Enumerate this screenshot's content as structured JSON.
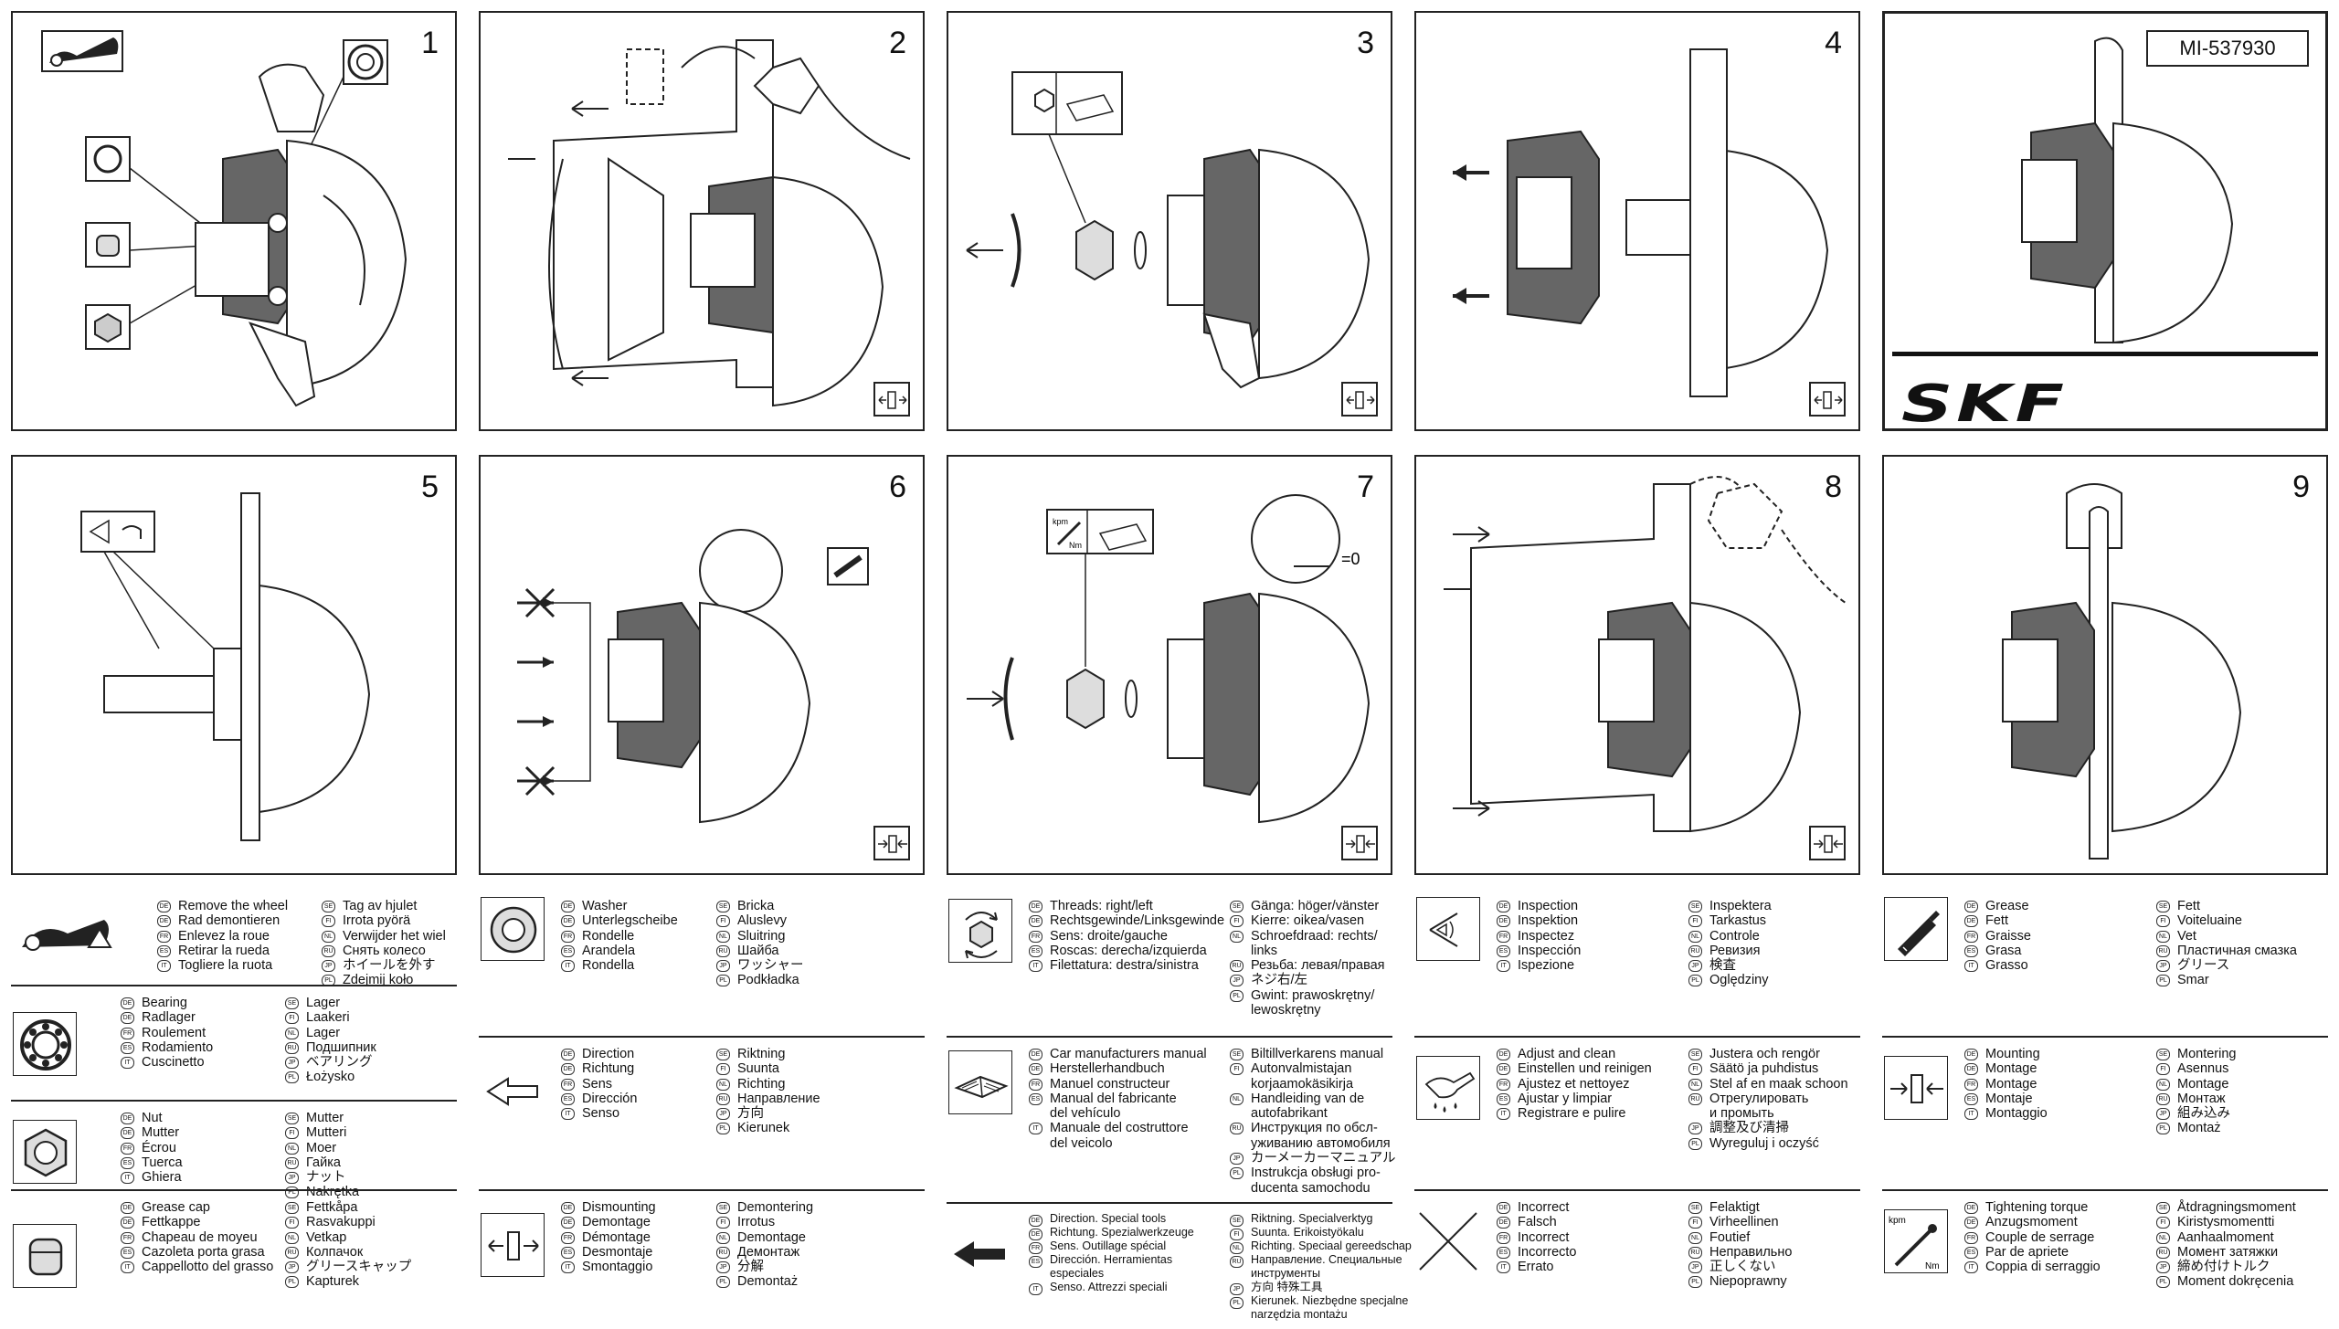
{
  "panels": [
    {
      "number": "1"
    },
    {
      "number": "2"
    },
    {
      "number": "3"
    },
    {
      "number": "4"
    },
    {
      "number": "5"
    },
    {
      "number": "6"
    },
    {
      "number": "7"
    },
    {
      "number": "8"
    },
    {
      "number": "9"
    }
  ],
  "brand_panel": {
    "doc_id": "MI-537930",
    "logo": "SKF"
  },
  "legend": [
    {
      "icon": "remove-wheel-icon",
      "left": [
        [
          "DE",
          "Remove the wheel"
        ],
        [
          "DE",
          "Rad demontieren"
        ],
        [
          "FR",
          "Enlevez la roue"
        ],
        [
          "ES",
          "Retirar la rueda"
        ],
        [
          "IT",
          "Togliere la ruota"
        ]
      ],
      "right": [
        [
          "SE",
          "Tag av hjulet"
        ],
        [
          "FI",
          "Irrota pyörä"
        ],
        [
          "NL",
          "Verwijder het wiel"
        ],
        [
          "RU",
          "Снять колесо"
        ],
        [
          "JP",
          "ホイールを外す"
        ],
        [
          "PL",
          "Zdejmij koło"
        ]
      ]
    },
    {
      "icon": "bearing-icon",
      "left": [
        [
          "DE",
          "Bearing"
        ],
        [
          "DE",
          "Radlager"
        ],
        [
          "FR",
          "Roulement"
        ],
        [
          "ES",
          "Rodamiento"
        ],
        [
          "IT",
          "Cuscinetto"
        ]
      ],
      "right": [
        [
          "SE",
          "Lager"
        ],
        [
          "FI",
          "Laakeri"
        ],
        [
          "NL",
          "Lager"
        ],
        [
          "RU",
          "Подшипник"
        ],
        [
          "JP",
          "ベアリング"
        ],
        [
          "PL",
          "Łożysko"
        ]
      ]
    },
    {
      "icon": "nut-icon",
      "left": [
        [
          "DE",
          "Nut"
        ],
        [
          "DE",
          "Mutter"
        ],
        [
          "FR",
          "Écrou"
        ],
        [
          "ES",
          "Tuerca"
        ],
        [
          "IT",
          "Ghiera"
        ]
      ],
      "right": [
        [
          "SE",
          "Mutter"
        ],
        [
          "FI",
          "Mutteri"
        ],
        [
          "NL",
          "Moer"
        ],
        [
          "RU",
          "Гайка"
        ],
        [
          "JP",
          "ナット"
        ],
        [
          "PL",
          "Nakrętka"
        ]
      ]
    },
    {
      "icon": "grease-cap-icon",
      "left": [
        [
          "DE",
          "Grease cap"
        ],
        [
          "DE",
          "Fettkappe"
        ],
        [
          "FR",
          "Chapeau de moyeu"
        ],
        [
          "ES",
          "Cazoleta porta grasa"
        ],
        [
          "IT",
          "Cappellotto del grasso"
        ]
      ],
      "right": [
        [
          "SE",
          "Fettkåpa"
        ],
        [
          "FI",
          "Rasvakuppi"
        ],
        [
          "NL",
          "Vetkap"
        ],
        [
          "RU",
          "Колпачок"
        ],
        [
          "JP",
          "グリースキャップ"
        ],
        [
          "PL",
          "Kapturek"
        ]
      ]
    },
    {
      "icon": "washer-icon",
      "left": [
        [
          "DE",
          "Washer"
        ],
        [
          "DE",
          "Unterlegscheibe"
        ],
        [
          "FR",
          "Rondelle"
        ],
        [
          "ES",
          "Arandela"
        ],
        [
          "IT",
          "Rondella"
        ]
      ],
      "right": [
        [
          "SE",
          "Bricka"
        ],
        [
          "FI",
          "Aluslevy"
        ],
        [
          "NL",
          "Sluitring"
        ],
        [
          "RU",
          "Шайба"
        ],
        [
          "JP",
          "ワッシャー"
        ],
        [
          "PL",
          "Podkładka"
        ]
      ]
    },
    {
      "icon": "direction-arrow-icon",
      "left": [
        [
          "DE",
          "Direction"
        ],
        [
          "DE",
          "Richtung"
        ],
        [
          "FR",
          "Sens"
        ],
        [
          "ES",
          "Dirección"
        ],
        [
          "IT",
          "Senso"
        ]
      ],
      "right": [
        [
          "SE",
          "Riktning"
        ],
        [
          "FI",
          "Suunta"
        ],
        [
          "NL",
          "Richting"
        ],
        [
          "RU",
          "Направление"
        ],
        [
          "JP",
          "方向"
        ],
        [
          "PL",
          "Kierunek"
        ]
      ]
    },
    {
      "icon": "dismounting-icon",
      "left": [
        [
          "DE",
          "Dismounting"
        ],
        [
          "DE",
          "Demontage"
        ],
        [
          "FR",
          "Démontage"
        ],
        [
          "ES",
          "Desmontaje"
        ],
        [
          "IT",
          "Smontaggio"
        ]
      ],
      "right": [
        [
          "SE",
          "Demontering"
        ],
        [
          "FI",
          "Irrotus"
        ],
        [
          "NL",
          "Demontage"
        ],
        [
          "RU",
          "Демонтаж"
        ],
        [
          "JP",
          "分解"
        ],
        [
          "PL",
          "Demontaż"
        ]
      ]
    },
    {
      "icon": "threads-icon",
      "left": [
        [
          "DE",
          "Threads: right/left"
        ],
        [
          "DE",
          "Rechtsgewinde/Linksgewinde"
        ],
        [
          "FR",
          "Sens: droite/gauche"
        ],
        [
          "ES",
          "Roscas: derecha/izquierda"
        ],
        [
          "IT",
          "Filettatura: destra/sinistra"
        ]
      ],
      "right": [
        [
          "SE",
          "Gänga: höger/vänster"
        ],
        [
          "FI",
          "Kierre: oikea/vasen"
        ],
        [
          "NL",
          "Schroefdraad: rechts/"
        ],
        [
          "",
          "links"
        ],
        [
          "RU",
          "Резьба: левая/правая"
        ],
        [
          "JP",
          "ネジ右/左"
        ],
        [
          "PL",
          "Gwint: prawoskrętny/"
        ],
        [
          "",
          "lewoskrętny"
        ]
      ]
    },
    {
      "icon": "manual-icon",
      "left": [
        [
          "DE",
          "Car manufacturers manual"
        ],
        [
          "DE",
          "Herstellerhandbuch"
        ],
        [
          "FR",
          "Manuel constructeur"
        ],
        [
          "ES",
          "Manual del fabricante"
        ],
        [
          "",
          "del vehículo"
        ],
        [
          "IT",
          "Manuale del costruttore"
        ],
        [
          "",
          "del veicolo"
        ]
      ],
      "right": [
        [
          "SE",
          "Biltillverkarens manual"
        ],
        [
          "FI",
          "Autonvalmistajan"
        ],
        [
          "",
          "korjaamokäsikirja"
        ],
        [
          "NL",
          "Handleiding van de"
        ],
        [
          "",
          "autofabrikant"
        ],
        [
          "RU",
          "Инструкция по обсл-"
        ],
        [
          "",
          "уживанию автомобиля"
        ],
        [
          "JP",
          "カーメーカーマニュアル"
        ],
        [
          "PL",
          "Instrukcja obsługi pro-"
        ],
        [
          "",
          "ducenta samochodu"
        ]
      ]
    },
    {
      "icon": "special-tools-arrow-icon",
      "small": true,
      "left": [
        [
          "DE",
          "Direction. Special tools"
        ],
        [
          "DE",
          "Richtung. Spezialwerkzeuge"
        ],
        [
          "FR",
          "Sens. Outillage spécial"
        ],
        [
          "ES",
          "Dirección. Herramientas"
        ],
        [
          "",
          "especiales"
        ],
        [
          "IT",
          "Senso. Attrezzi speciali"
        ]
      ],
      "right": [
        [
          "SE",
          "Riktning. Specialverktyg"
        ],
        [
          "FI",
          "Suunta. Erikoistyökalu"
        ],
        [
          "NL",
          "Richting. Speciaal gereedschap"
        ],
        [
          "RU",
          "Направление. Специальные"
        ],
        [
          "",
          "инструменты"
        ],
        [
          "JP",
          "方向 特殊工具"
        ],
        [
          "PL",
          "Kierunek. Niezbędne specjalne"
        ],
        [
          "",
          "narzędzia montażu"
        ]
      ]
    },
    {
      "icon": "inspection-icon",
      "left": [
        [
          "DE",
          "Inspection"
        ],
        [
          "DE",
          "Inspektion"
        ],
        [
          "FR",
          "Inspectez"
        ],
        [
          "ES",
          "Inspección"
        ],
        [
          "IT",
          "Ispezione"
        ]
      ],
      "right": [
        [
          "SE",
          "Inspektera"
        ],
        [
          "FI",
          "Tarkastus"
        ],
        [
          "NL",
          "Controle"
        ],
        [
          "RU",
          "Ревизия"
        ],
        [
          "JP",
          "検査"
        ],
        [
          "PL",
          "Oględziny"
        ]
      ]
    },
    {
      "icon": "adjust-clean-icon",
      "left": [
        [
          "DE",
          "Adjust and clean"
        ],
        [
          "DE",
          "Einstellen und reinigen"
        ],
        [
          "FR",
          "Ajustez et nettoyez"
        ],
        [
          "ES",
          "Ajustar y limpiar"
        ],
        [
          "IT",
          "Registrare e pulire"
        ]
      ],
      "right": [
        [
          "SE",
          "Justera och rengör"
        ],
        [
          "FI",
          "Säätö ja puhdistus"
        ],
        [
          "NL",
          "Stel af en maak schoon"
        ],
        [
          "RU",
          "Отрегулировать"
        ],
        [
          "",
          "и промыть"
        ],
        [
          "JP",
          "調整及び清掃"
        ],
        [
          "PL",
          "Wyreguluj i oczyść"
        ]
      ]
    },
    {
      "icon": "incorrect-cross-icon",
      "left": [
        [
          "DE",
          "Incorrect"
        ],
        [
          "DE",
          "Falsch"
        ],
        [
          "FR",
          "Incorrect"
        ],
        [
          "ES",
          "Incorrecto"
        ],
        [
          "IT",
          "Errato"
        ]
      ],
      "right": [
        [
          "SE",
          "Felaktigt"
        ],
        [
          "FI",
          "Virheellinen"
        ],
        [
          "NL",
          "Foutief"
        ],
        [
          "RU",
          "Неправильно"
        ],
        [
          "JP",
          "正しくない"
        ],
        [
          "PL",
          "Niepoprawny"
        ]
      ]
    },
    {
      "icon": "grease-tube-icon",
      "left": [
        [
          "DE",
          "Grease"
        ],
        [
          "DE",
          "Fett"
        ],
        [
          "FR",
          "Graisse"
        ],
        [
          "ES",
          "Grasa"
        ],
        [
          "IT",
          "Grasso"
        ]
      ],
      "right": [
        [
          "SE",
          "Fett"
        ],
        [
          "FI",
          "Voiteluaine"
        ],
        [
          "NL",
          "Vet"
        ],
        [
          "RU",
          "Пластичная смазка"
        ],
        [
          "JP",
          "グリース"
        ],
        [
          "PL",
          "Smar"
        ]
      ]
    },
    {
      "icon": "mounting-icon",
      "left": [
        [
          "DE",
          "Mounting"
        ],
        [
          "DE",
          "Montage"
        ],
        [
          "FR",
          "Montage"
        ],
        [
          "ES",
          "Montaje"
        ],
        [
          "IT",
          "Montaggio"
        ]
      ],
      "right": [
        [
          "SE",
          "Montering"
        ],
        [
          "FI",
          "Asennus"
        ],
        [
          "NL",
          "Montage"
        ],
        [
          "RU",
          "Монтаж"
        ],
        [
          "JP",
          "組み込み"
        ],
        [
          "PL",
          "Montaż"
        ]
      ]
    },
    {
      "icon": "tightening-torque-icon",
      "left": [
        [
          "DE",
          "Tightening torque"
        ],
        [
          "DE",
          "Anzugsmoment"
        ],
        [
          "FR",
          "Couple de serrage"
        ],
        [
          "ES",
          "Par de apriete"
        ],
        [
          "IT",
          "Coppia di serraggio"
        ]
      ],
      "right": [
        [
          "SE",
          "Åtdragningsmoment"
        ],
        [
          "FI",
          "Kiristysmomentti"
        ],
        [
          "NL",
          "Aanhaalmoment"
        ],
        [
          "RU",
          "Момент затяжки"
        ],
        [
          "JP",
          "締め付けトルク"
        ],
        [
          "PL",
          "Moment dokręcenia"
        ]
      ]
    }
  ],
  "step7_label": "=0",
  "torque_units": {
    "kpm": "kpm",
    "nm": "Nm"
  }
}
